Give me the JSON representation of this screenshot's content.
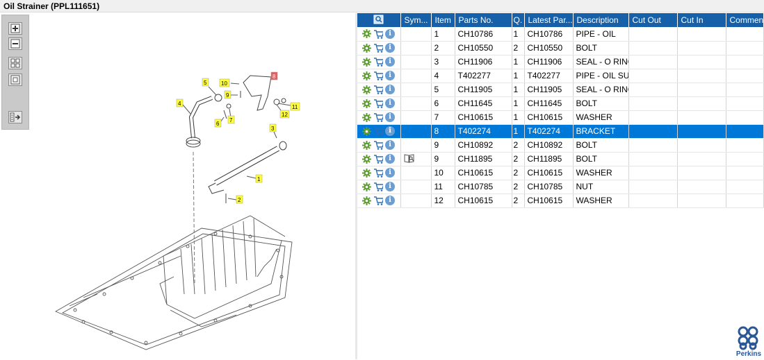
{
  "window": {
    "title": "Oil Strainer (PPL111651)"
  },
  "toolbar": {
    "buttons": [
      {
        "name": "zoom-in-button",
        "icon": "zoom-in-icon"
      },
      {
        "name": "zoom-out-button",
        "icon": "zoom-out-icon"
      },
      {
        "name": "fit-all-button",
        "icon": "fit-all-icon"
      },
      {
        "name": "fit-window-button",
        "icon": "fit-window-icon"
      },
      {
        "name": "export-button",
        "icon": "export-icon"
      }
    ]
  },
  "drawing": {
    "callouts": [
      "1",
      "2",
      "3",
      "4",
      "5",
      "6",
      "7",
      "8",
      "9",
      "10",
      "11",
      "12"
    ],
    "highlighted_callout": "8",
    "callout_color": "#ffff33",
    "highlight_color": "#e06060"
  },
  "table": {
    "header_icon": "search-icon",
    "columns": [
      "",
      "Sym...",
      "Item",
      "Parts No.",
      "Q.",
      "Latest Par...",
      "Description",
      "Cut Out",
      "Cut In",
      "Comment"
    ],
    "rows": [
      {
        "sym": "",
        "item": "1",
        "parts_no": "CH10786",
        "qty": "1",
        "latest": "CH10786",
        "desc": "PIPE - OIL",
        "cut_out": "",
        "cut_in": "",
        "comment": ""
      },
      {
        "sym": "",
        "item": "2",
        "parts_no": "CH10550",
        "qty": "2",
        "latest": "CH10550",
        "desc": "BOLT",
        "cut_out": "",
        "cut_in": "",
        "comment": ""
      },
      {
        "sym": "",
        "item": "3",
        "parts_no": "CH11906",
        "qty": "1",
        "latest": "CH11906",
        "desc": "SEAL - O RING",
        "cut_out": "",
        "cut_in": "",
        "comment": ""
      },
      {
        "sym": "",
        "item": "4",
        "parts_no": "T402277",
        "qty": "1",
        "latest": "T402277",
        "desc": "PIPE - OIL SUCT",
        "cut_out": "",
        "cut_in": "",
        "comment": ""
      },
      {
        "sym": "",
        "item": "5",
        "parts_no": "CH11905",
        "qty": "1",
        "latest": "CH11905",
        "desc": "SEAL - O RING",
        "cut_out": "",
        "cut_in": "",
        "comment": ""
      },
      {
        "sym": "",
        "item": "6",
        "parts_no": "CH11645",
        "qty": "1",
        "latest": "CH11645",
        "desc": "BOLT",
        "cut_out": "",
        "cut_in": "",
        "comment": ""
      },
      {
        "sym": "",
        "item": "7",
        "parts_no": "CH10615",
        "qty": "1",
        "latest": "CH10615",
        "desc": "WASHER",
        "cut_out": "",
        "cut_in": "",
        "comment": ""
      },
      {
        "sym": "",
        "item": "8",
        "parts_no": "T402274",
        "qty": "1",
        "latest": "T402274",
        "desc": "BRACKET",
        "cut_out": "",
        "cut_in": "",
        "comment": "",
        "selected": true
      },
      {
        "sym": "",
        "item": "9",
        "parts_no": "CH10892",
        "qty": "2",
        "latest": "CH10892",
        "desc": "BOLT",
        "cut_out": "",
        "cut_in": "",
        "comment": ""
      },
      {
        "sym": "book-icon",
        "item": "9",
        "parts_no": "CH11895",
        "qty": "2",
        "latest": "CH11895",
        "desc": "BOLT",
        "cut_out": "",
        "cut_in": "",
        "comment": ""
      },
      {
        "sym": "",
        "item": "10",
        "parts_no": "CH10615",
        "qty": "2",
        "latest": "CH10615",
        "desc": "WASHER",
        "cut_out": "",
        "cut_in": "",
        "comment": ""
      },
      {
        "sym": "",
        "item": "11",
        "parts_no": "CH10785",
        "qty": "2",
        "latest": "CH10785",
        "desc": "NUT",
        "cut_out": "",
        "cut_in": "",
        "comment": ""
      },
      {
        "sym": "",
        "item": "12",
        "parts_no": "CH10615",
        "qty": "2",
        "latest": "CH10615",
        "desc": "WASHER",
        "cut_out": "",
        "cut_in": "",
        "comment": ""
      }
    ],
    "header_bg": "#1560a8",
    "selected_bg": "#0078d7"
  },
  "brand": {
    "logo_text": "Perkins",
    "color": "#2b5797"
  }
}
